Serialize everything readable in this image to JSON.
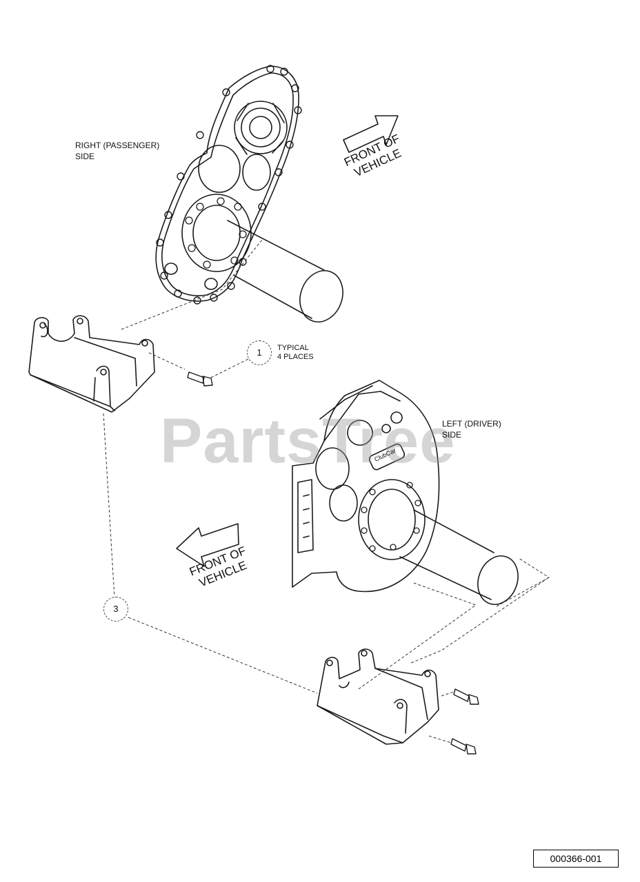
{
  "labels": {
    "right_side_line1": "RIGHT (PASSENGER)",
    "right_side_line2": "SIDE",
    "left_side_line1": "LEFT (DRIVER)",
    "left_side_line2": "SIDE",
    "typical_line1": "TYPICAL",
    "typical_line2": "4 PLACES",
    "front_top_line1": "FRONT OF",
    "front_top_line2": "VEHICLE",
    "front_bottom_line1": "FRONT OF",
    "front_bottom_line2": "VEHICLE",
    "brand_plate": "ClubCar"
  },
  "callouts": {
    "callout_1": "1",
    "callout_3": "3"
  },
  "watermark": "PartsTree",
  "drawing_code": "000366-001",
  "colors": {
    "line": "#1a1a1a",
    "watermark": "#969696",
    "background": "#ffffff"
  }
}
